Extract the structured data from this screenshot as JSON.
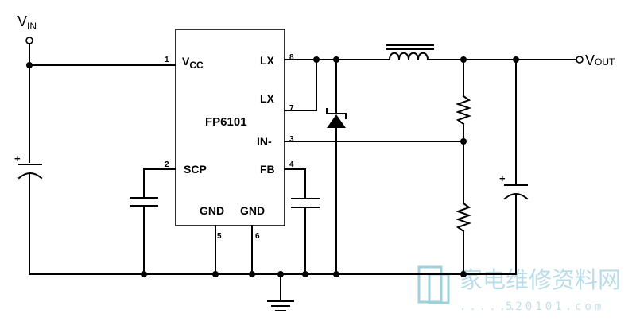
{
  "nets": {
    "vin_main": "V",
    "vin_sub": "IN",
    "vout_main": "V",
    "vout_sub": "OUT"
  },
  "ic": {
    "part": "FP6101",
    "vcc_main": "V",
    "vcc_sub": "CC",
    "pins": [
      {
        "num": "1",
        "label": "V"
      },
      {
        "num": "8",
        "label": "LX"
      },
      {
        "num": "7",
        "label": "LX"
      },
      {
        "num": "3",
        "label": "IN-"
      },
      {
        "num": "2",
        "label": "SCP"
      },
      {
        "num": "4",
        "label": "FB"
      },
      {
        "num": "5",
        "label": "GND"
      },
      {
        "num": "6",
        "label": "GND"
      }
    ]
  },
  "polarity": {
    "plus": "+"
  },
  "watermark": {
    "chinese": "家电维修资料网",
    "url": "520101.com",
    "url_dots": "......"
  },
  "colors": {
    "line": "#000000",
    "watermark": "#b9dce8"
  }
}
